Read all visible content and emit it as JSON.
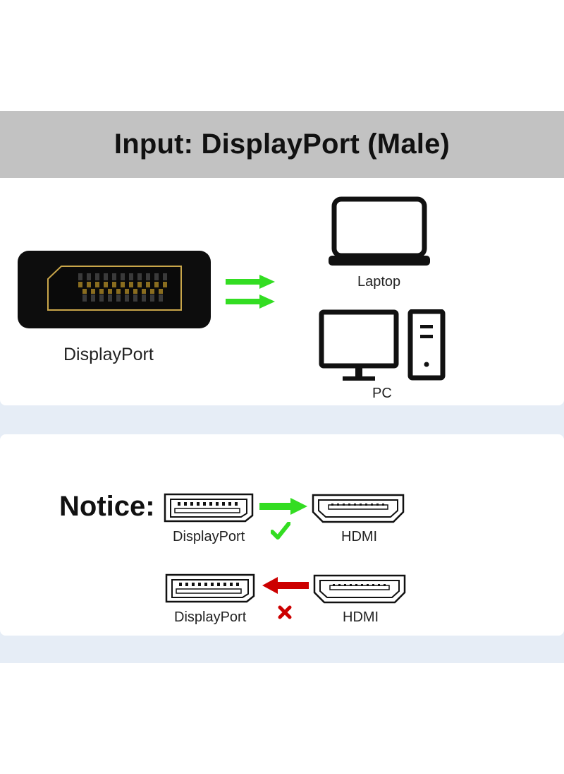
{
  "header": {
    "title": "Input: DisplayPort (Male)"
  },
  "input_section": {
    "port_label": "DisplayPort",
    "laptop_label": "Laptop",
    "pc_label": "PC"
  },
  "notice": {
    "title": "Notice:",
    "row1": {
      "left_label": "DisplayPort",
      "right_label": "HDMI",
      "direction": "DisplayPort to HDMI",
      "status": "supported"
    },
    "row2": {
      "left_label": "DisplayPort",
      "right_label": "HDMI",
      "direction": "HDMI to DisplayPort",
      "status": "not supported"
    }
  },
  "colors": {
    "header_bg": "#c2c2c2",
    "panel_bg": "#e6edf6",
    "green_arrow": "#33dd22",
    "red_arrow": "#cc0000",
    "port_gold": "#c9a64a"
  }
}
